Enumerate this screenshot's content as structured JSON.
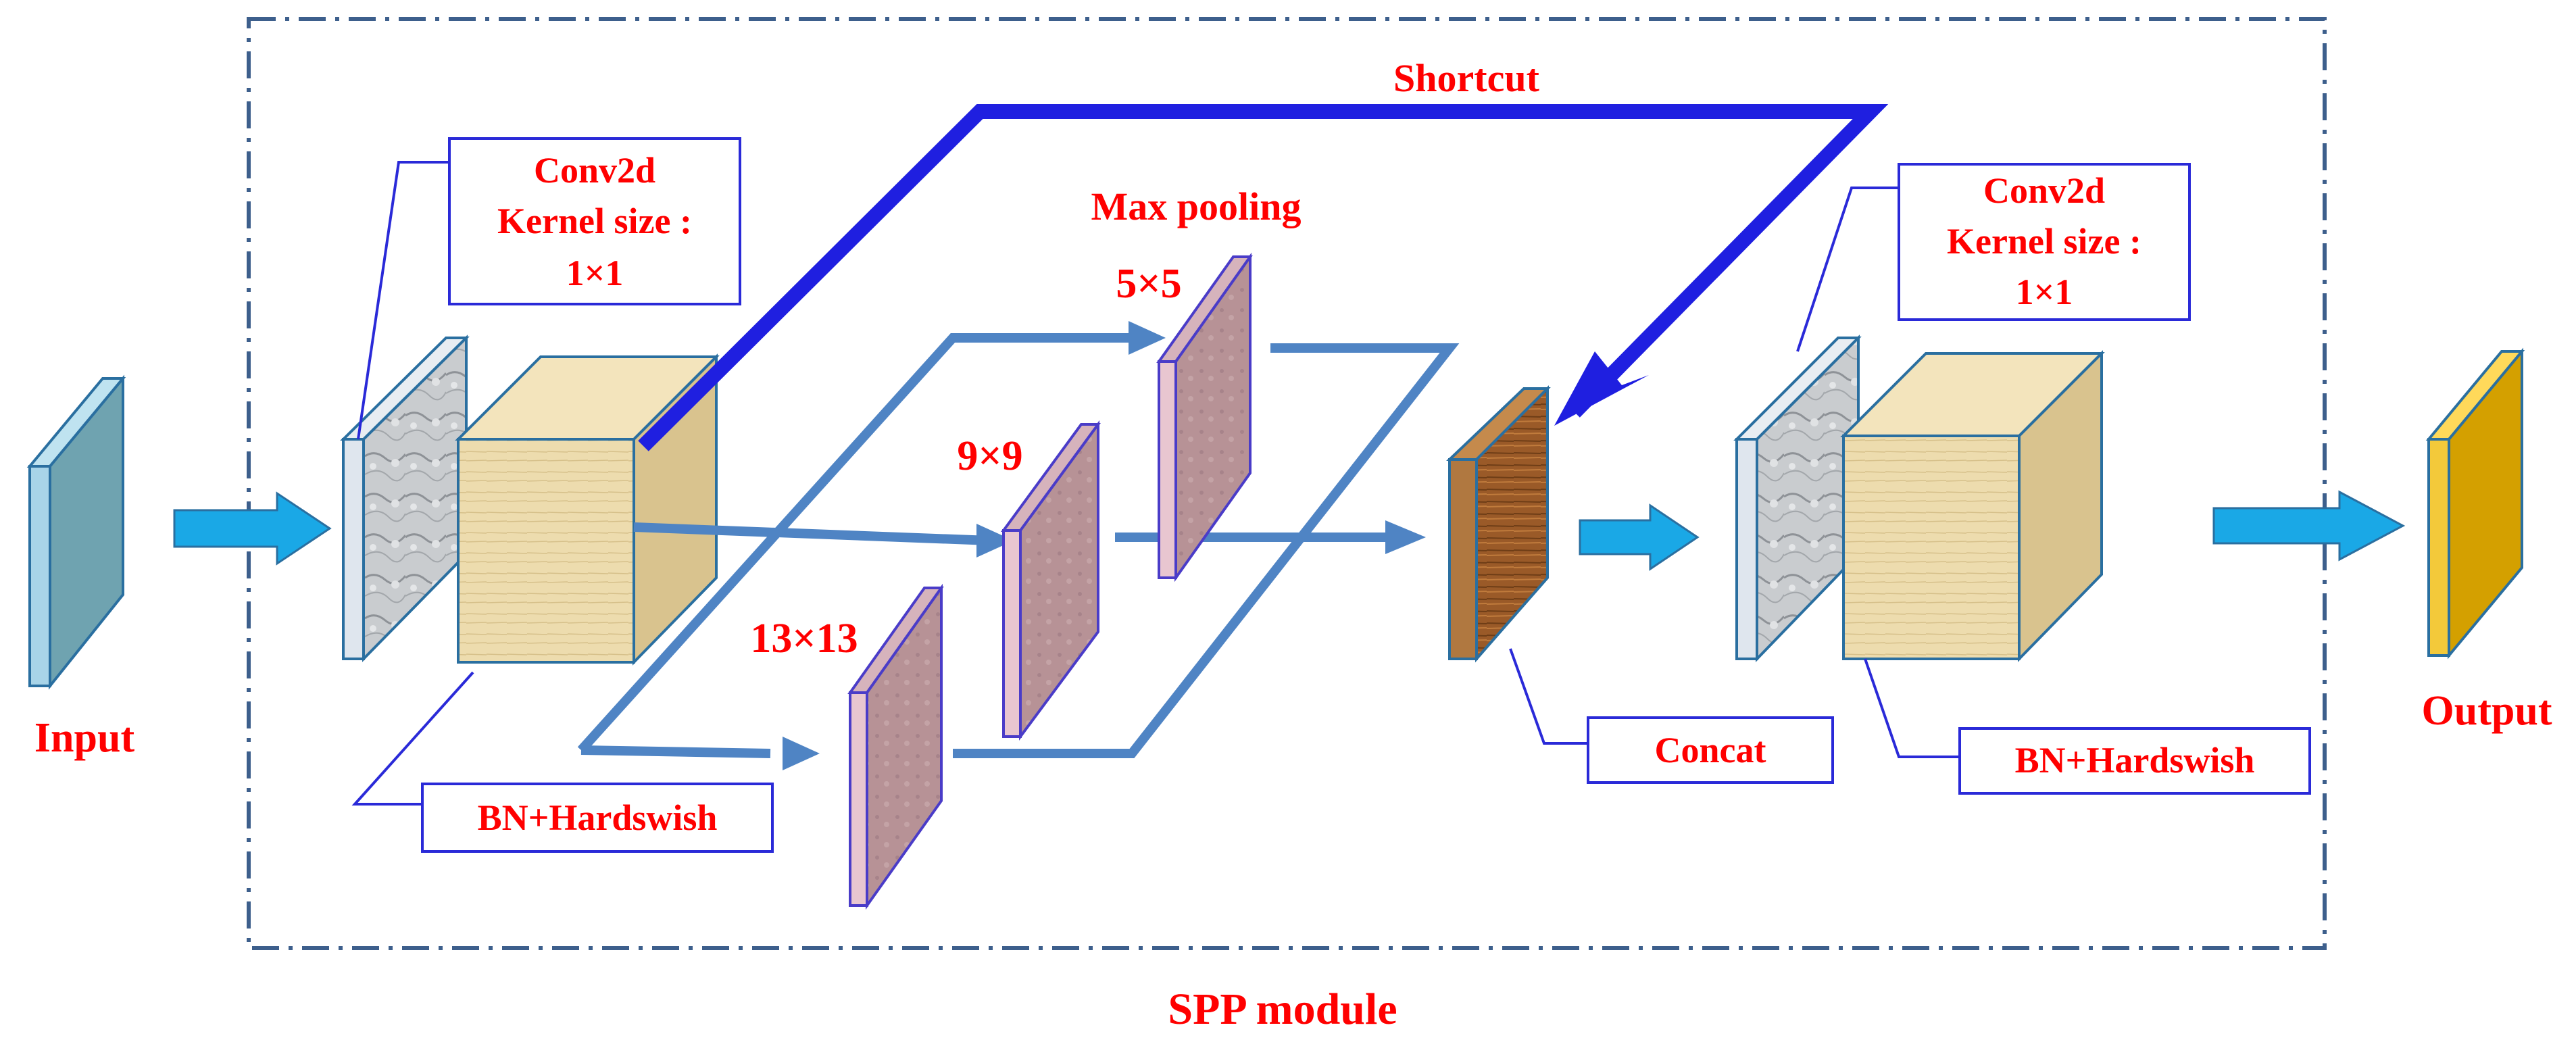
{
  "labels": {
    "input": "Input",
    "output": "Output",
    "module": "SPP module",
    "shortcut": "Shortcut",
    "max_pooling": "Max pooling",
    "pool_5": "5×5",
    "pool_9": "9×9",
    "pool_13": "13×13"
  },
  "conv_left": {
    "line1": "Conv2d",
    "line2": "Kernel size :",
    "line3": "1×1"
  },
  "conv_right": {
    "line1": "Conv2d",
    "line2": "Kernel size :",
    "line3": "1×1"
  },
  "bn_left": "BN+Hardswish",
  "bn_right": "BN+Hardswish",
  "concat": "Concat",
  "colors": {
    "label_red": "#ff0000",
    "callout_blue": "#2a2ad8",
    "connector_blue": "#4f84c4",
    "shortcut_blue": "#1f1fe0",
    "block_arrow": "#1aa8e6",
    "input_block": "#6fa3b0",
    "output_block": "#d4a000",
    "pool_block": "#b08a8c",
    "conv_block": "#e6d2a4",
    "concat_block": "#a86a32"
  },
  "icons": {
    "block_arrow": "right-block-arrow",
    "layers": "feature-map-slab"
  }
}
